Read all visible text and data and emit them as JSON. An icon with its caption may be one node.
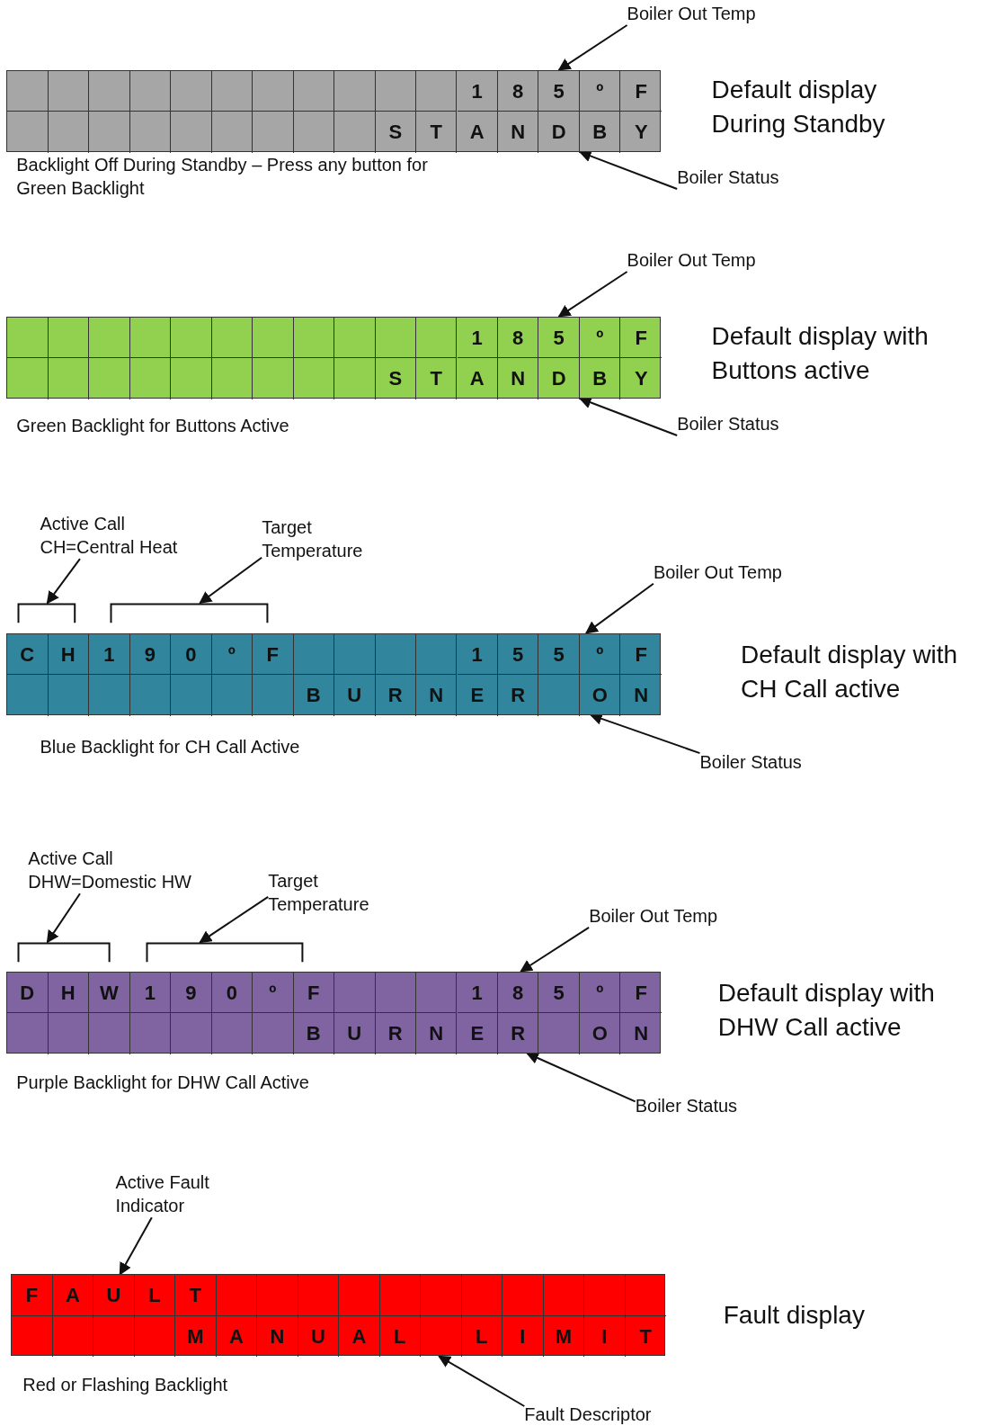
{
  "diagram": {
    "nodes": [
      {
        "text": [
          "Boiler Out Temp"
        ]
      },
      {
        "text": [],
        "shape": "box",
        "beside": [
          "Default display During Standby",
          "Backlight Off During Standby – Press any button for Green Backlight"
        ]
      },
      {
        "text": [
          "Boiler Status"
        ]
      },
      {
        "text": [
          "Boiler Out Temp"
        ]
      },
      {
        "text": [],
        "shape": "box",
        "beside": [
          "Default display with Buttons active",
          "Green Backlight for Buttons Active"
        ]
      },
      {
        "text": [
          "Boiler Status"
        ]
      },
      {
        "text": [
          "Active Call CH=Central Heat"
        ]
      },
      {
        "text": [
          "Target Temperature"
        ]
      },
      {
        "text": [
          "Boiler Out Temp"
        ]
      },
      {
        "text": [],
        "shape": "bracket"
      },
      {
        "text": [],
        "shape": "bracket"
      },
      {
        "text": [],
        "shape": "box",
        "beside": [
          "Default display with CH Call active",
          "Blue Backlight for CH Call Active"
        ]
      },
      {
        "text": [
          "Boiler Status"
        ]
      },
      {
        "text": [
          "Active Call DHW=Domestic HW"
        ]
      },
      {
        "text": [
          "Target Temperature"
        ]
      },
      {
        "text": [
          "Boiler Out Temp"
        ]
      },
      {
        "text": [],
        "shape": "bracket"
      },
      {
        "text": [],
        "shape": "bracket"
      },
      {
        "text": [],
        "shape": "box",
        "beside": [
          "Default display with DHW Call active",
          "Purple Backlight for DHW Call Active"
        ]
      },
      {
        "text": [
          "Boiler Status"
        ]
      },
      {
        "text": [
          "Active Fault Indicator"
        ]
      },
      {
        "text": [],
        "shape": "box",
        "beside": [
          "Fault display",
          "Red or Flashing Backlight"
        ]
      },
      {
        "text": [
          "Fault Descriptor"
        ]
      }
    ],
    "edges": [
      {
        "from": 0,
        "to": 1,
        "arrow": "to"
      },
      {
        "from": 2,
        "to": 1,
        "arrow": "to"
      },
      {
        "from": 3,
        "to": 4,
        "arrow": "to"
      },
      {
        "from": 5,
        "to": 4,
        "arrow": "to"
      },
      {
        "from": 6,
        "to": 9,
        "arrow": "to"
      },
      {
        "from": 7,
        "to": 10,
        "arrow": "to"
      },
      {
        "from": 8,
        "to": 11,
        "arrow": "to"
      },
      {
        "from": 12,
        "to": 11,
        "arrow": "to"
      },
      {
        "from": 13,
        "to": 16,
        "arrow": "to"
      },
      {
        "from": 14,
        "to": 17,
        "arrow": "to"
      },
      {
        "from": 15,
        "to": 18,
        "arrow": "to"
      },
      {
        "from": 19,
        "to": 18,
        "arrow": "to"
      },
      {
        "from": 20,
        "to": 21,
        "arrow": "to"
      },
      {
        "from": 22,
        "to": 21,
        "arrow": "to"
      }
    ],
    "labels": [
      "1",
      "8",
      "5",
      "º",
      "F",
      "S",
      "T",
      "A",
      "N",
      "D",
      "B",
      "Y",
      "1",
      "8",
      "5",
      "º",
      "F",
      "S",
      "T",
      "A",
      "N",
      "D",
      "B",
      "Y",
      "C",
      "H",
      "1",
      "9",
      "0",
      "º",
      "F",
      "1",
      "5",
      "5",
      "º",
      "F",
      "B",
      "U",
      "R",
      "N",
      "E",
      "R",
      "O",
      "N",
      "D",
      "H",
      "W",
      "1",
      "9",
      "0",
      "º",
      "F",
      "1",
      "8",
      "5",
      "º",
      "F",
      "B",
      "U",
      "R",
      "N",
      "E",
      "R",
      "O",
      "N",
      "F",
      "A",
      "U",
      "L",
      "T",
      "M",
      "A",
      "N",
      "U",
      "A",
      "L",
      "L",
      "I",
      "M",
      "I",
      "T"
    ]
  }
}
